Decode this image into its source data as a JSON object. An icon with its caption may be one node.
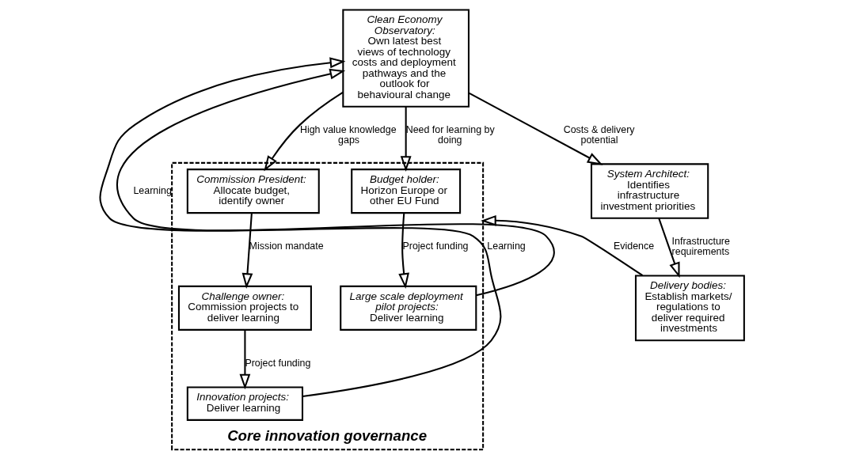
{
  "diagram": {
    "nodes": [
      {
        "text": [
          "Core innovation governance"
        ]
      },
      {
        "text": [
          "Clean Economy Observatory:",
          "Own latest best views of technology costs and deployment pathways and the outlook for behavioural change"
        ]
      },
      {
        "text": [
          "Commission President:",
          "Allocate budget, identify owner"
        ],
        "in": 0
      },
      {
        "text": [
          "Challenge owner:",
          "Commission projects to deliver learning"
        ],
        "in": 0
      },
      {
        "text": [
          "Innovation projects:",
          "Deliver learning"
        ],
        "in": 0
      },
      {
        "text": [
          "Budget holder:",
          "Horizon Europe or other EU Fund"
        ],
        "in": 0
      },
      {
        "text": [
          "Large scale deployment pilot projects:",
          "Deliver learning"
        ],
        "in": 0
      },
      {
        "text": [
          "System Architect:",
          "Identifies infrastructure investment priorities"
        ]
      },
      {
        "text": [
          "Delivery bodies:",
          "Establish markets/regulations to deliver required investments"
        ]
      }
    ],
    "edges": [
      {
        "from": 1,
        "to": 2,
        "arrow": "to",
        "label": "High value knowledge gaps"
      },
      {
        "from": 2,
        "to": 3,
        "arrow": "to",
        "label": "Mission mandate"
      },
      {
        "from": 3,
        "to": 4,
        "arrow": "to",
        "label": "Project funding"
      },
      {
        "from": 4,
        "to": 1,
        "arrow": "to",
        "label": "Learning"
      },
      {
        "from": 6,
        "to": 1,
        "arrow": "to",
        "label": "Learning"
      },
      {
        "from": 1,
        "to": 5,
        "arrow": "to",
        "label": "Need for learning by doing"
      },
      {
        "from": 5,
        "to": 6,
        "arrow": "to",
        "label": "Project funding"
      },
      {
        "from": 1,
        "to": 7,
        "arrow": "to",
        "label": "Costs & delivery potential"
      },
      {
        "from": 7,
        "to": 8,
        "arrow": "to",
        "label": "Infrastructure requirements"
      },
      {
        "from": 8,
        "to": 0,
        "arrow": "to",
        "label": "Evidence"
      }
    ]
  }
}
